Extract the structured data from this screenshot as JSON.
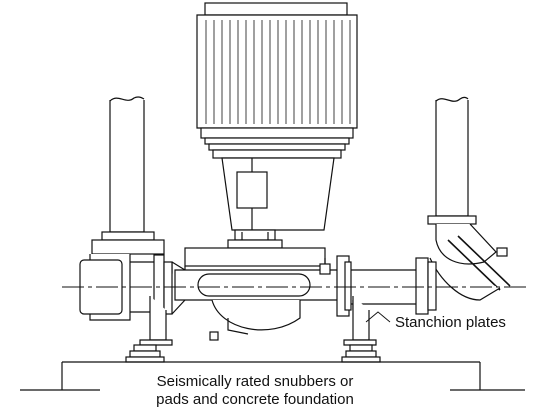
{
  "labels": {
    "stanchion": "Stanchion plates",
    "seismic_line1": "Seismically rated snubbers or",
    "seismic_line2": "pads and concrete foundation"
  },
  "colors": {
    "line": "#111111",
    "background": "#ffffff"
  }
}
